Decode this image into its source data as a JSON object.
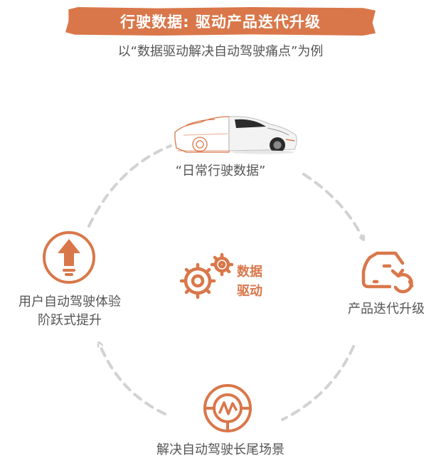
{
  "header": {
    "title": "行驶数据: 驱动产品迭代升级",
    "subtitle": "以“数据驱动解决自动驾驶痛点”为例"
  },
  "cycle": {
    "top_label": "“日常行驶数据”",
    "right_label": "产品迭代升级",
    "bottom_label": "解决自动驾驶长尾场景",
    "left_label_line1": "用户自动驾驶体验",
    "left_label_line2": "阶跃式提升",
    "center_label_line1": "数据",
    "center_label_line2": "驱动"
  },
  "colors": {
    "accent": "#d9774a",
    "arrow": "#d2d2d2",
    "text": "#555555"
  },
  "icons": {
    "top": "car-sketch-photo-icon",
    "right": "car-refresh-icon",
    "bottom": "steering-wheel-data-icon",
    "left": "upgrade-arrow-icon",
    "center": "gears-icon"
  }
}
